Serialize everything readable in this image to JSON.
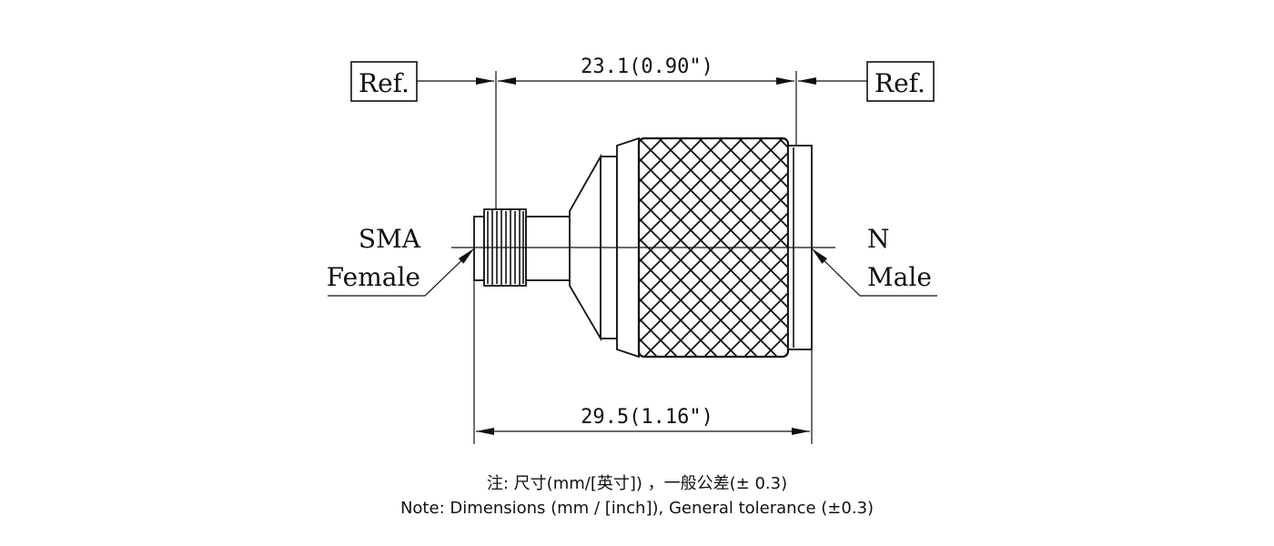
{
  "dimensions": {
    "top": "23.1(0.90\")",
    "bottom": "29.5(1.16\")"
  },
  "ref_labels": {
    "left": "Ref.",
    "right": "Ref."
  },
  "ends": {
    "left_line1": "SMA",
    "left_line2": "Female",
    "right_line1": "N",
    "right_line2": "Male"
  },
  "notes": {
    "chinese": "注: 尺寸(mm/[英寸]) ，一般公差(± 0.3)",
    "english": "Note: Dimensions (mm / [inch]), General tolerance (±0.3)"
  }
}
